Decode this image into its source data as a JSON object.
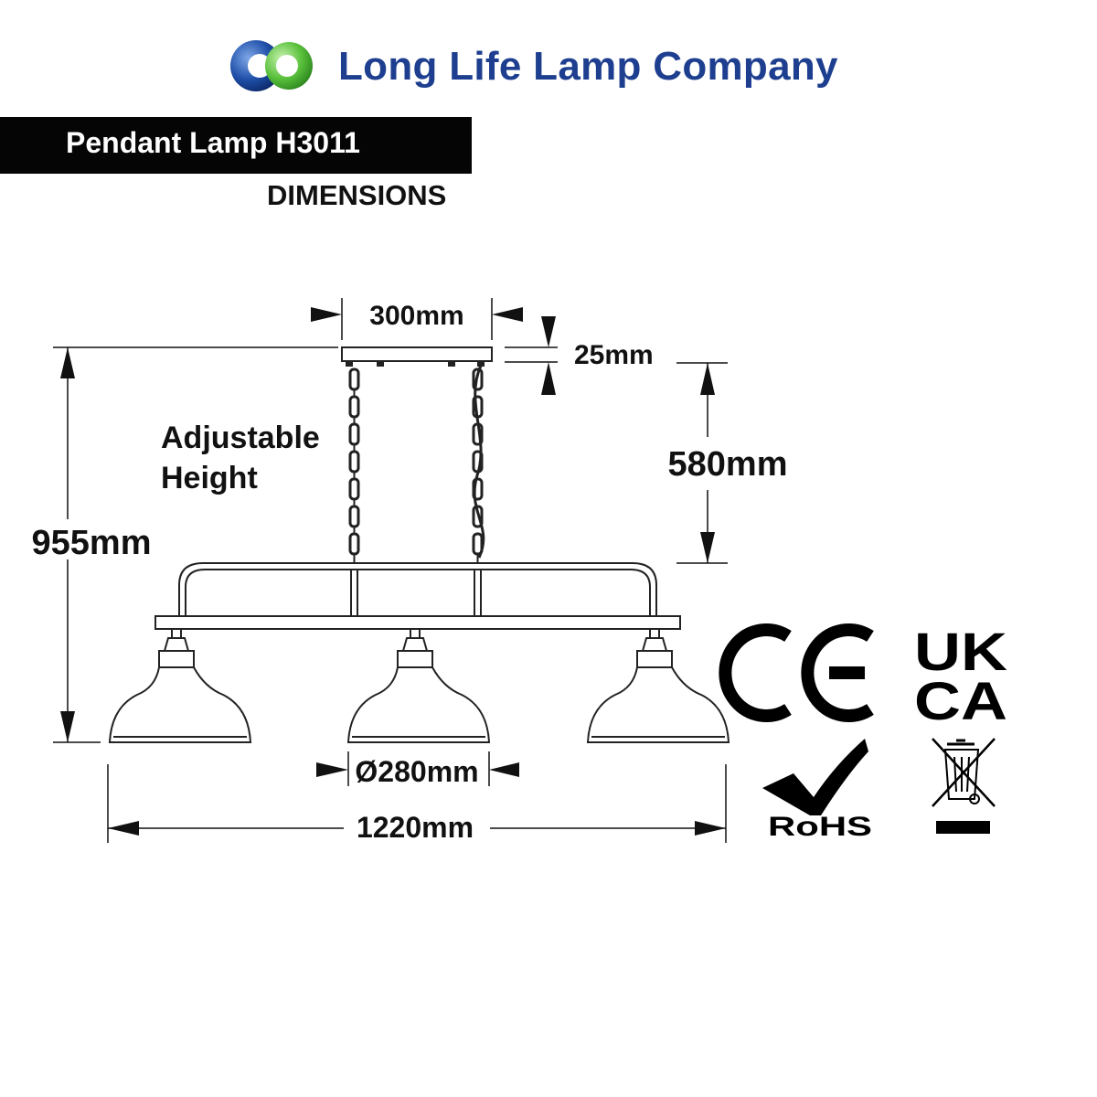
{
  "brand": {
    "name": "Long Life Lamp Company",
    "logo_colors": {
      "blue": "#1f4fa8",
      "green": "#5ac13c"
    }
  },
  "header": {
    "title": "Pendant Lamp H3011",
    "subtitle": "DIMENSIONS"
  },
  "diagram": {
    "labels": {
      "plate_width": "300mm",
      "plate_thickness": "25mm",
      "adjustable_line1": "Adjustable",
      "adjustable_line2": "Height",
      "chain_length": "580mm",
      "total_height": "955mm",
      "shade_diameter": "Ø280mm",
      "total_width": "1220mm"
    }
  },
  "certifications": {
    "ce": "CE",
    "ukca_line1": "UK",
    "ukca_line2": "CA",
    "rohs": "RoHS",
    "weee_icon": "crossed-out-wheelie-bin-icon",
    "rohs_icon": "checkmark-icon"
  }
}
